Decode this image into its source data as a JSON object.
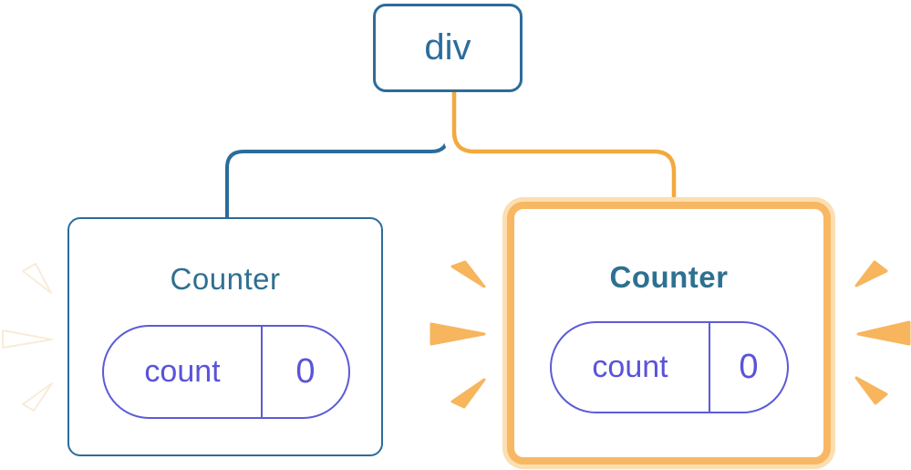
{
  "diagram": {
    "description": "React component tree diagram: a div root with two Counter children; the right Counter is highlighted as newly rendered",
    "root_node": {
      "label": "div"
    },
    "children": [
      {
        "title": "Counter",
        "highlighted": false,
        "state": {
          "label": "count",
          "value": "0"
        }
      },
      {
        "title": "Counter",
        "highlighted": true,
        "state": {
          "label": "count",
          "value": "0"
        }
      }
    ],
    "sparks": {
      "left_card_sparks": 3,
      "right_card_sparks": 6,
      "left_spark_color_name": "white",
      "right_spark_color_name": "orange"
    }
  },
  "colors": {
    "blue": "#2c6c9b",
    "teal-title": "#2e7090",
    "purple": "#5b5bd8",
    "purple-text": "#5a53da",
    "orange-core": "#f3a93d",
    "orange-border": "#f8b763",
    "orange-pale": "#fbdfb2",
    "orange-spark": "#f7b55d",
    "white-spark-edge": "#f8ecd9",
    "white": "#ffffff"
  }
}
